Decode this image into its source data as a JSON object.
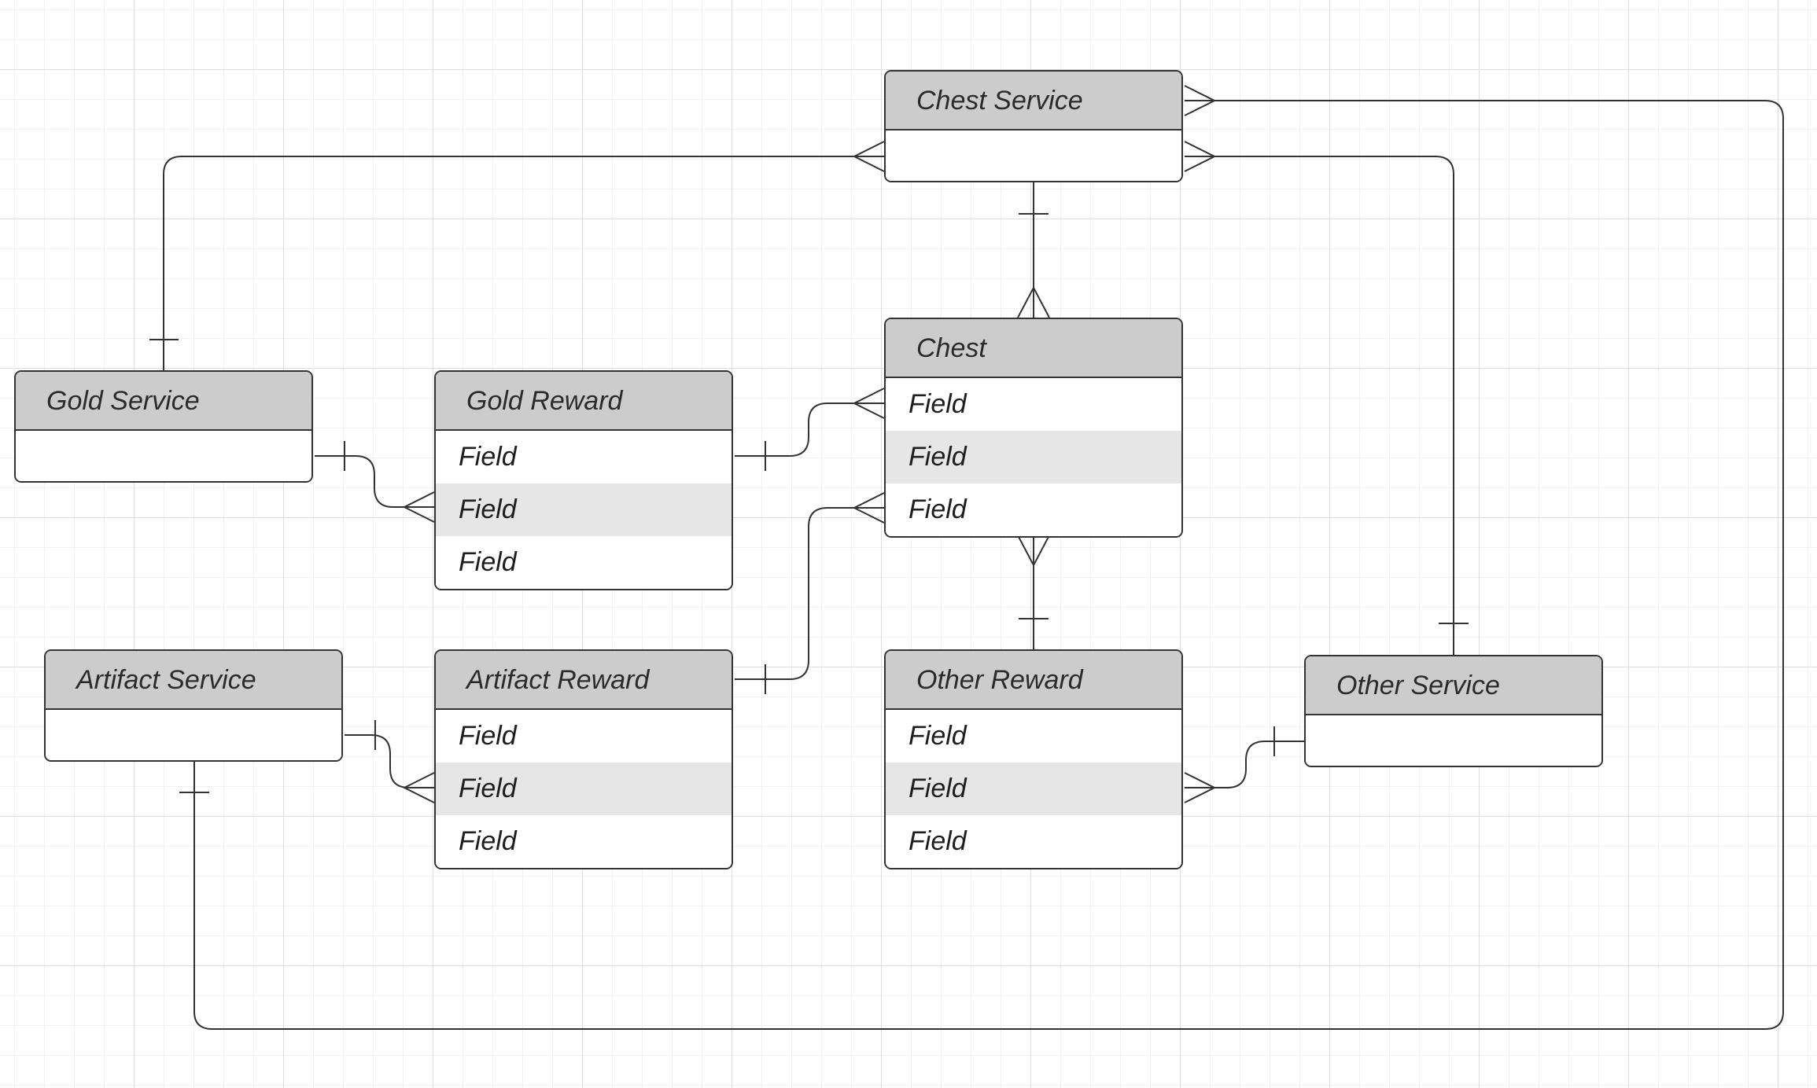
{
  "diagram": {
    "entities": {
      "chest_service": {
        "title": "Chest Service",
        "fields": []
      },
      "chest": {
        "title": "Chest",
        "fields": [
          "Field",
          "Field",
          "Field"
        ]
      },
      "gold_service": {
        "title": "Gold Service",
        "fields": []
      },
      "gold_reward": {
        "title": "Gold Reward",
        "fields": [
          "Field",
          "Field",
          "Field"
        ]
      },
      "artifact_service": {
        "title": "Artifact Service",
        "fields": []
      },
      "artifact_reward": {
        "title": "Artifact Reward",
        "fields": [
          "Field",
          "Field",
          "Field"
        ]
      },
      "other_reward": {
        "title": "Other Reward",
        "fields": [
          "Field",
          "Field",
          "Field"
        ]
      },
      "other_service": {
        "title": "Other Service",
        "fields": []
      }
    },
    "relationships": [
      {
        "from": "Chest Service",
        "to": "Chest",
        "from_end": "one",
        "to_end": "many"
      },
      {
        "from": "Gold Service",
        "to": "Chest Service",
        "from_end": "one",
        "to_end": "many"
      },
      {
        "from": "Other Service",
        "to": "Chest Service",
        "from_end": "one",
        "to_end": "many"
      },
      {
        "from": "Artifact Service",
        "to": "Chest Service",
        "from_end": "one",
        "to_end": "many"
      },
      {
        "from": "Gold Service",
        "to": "Gold Reward",
        "from_end": "one",
        "to_end": "many"
      },
      {
        "from": "Gold Reward",
        "to": "Chest",
        "from_end": "one",
        "to_end": "many"
      },
      {
        "from": "Artifact Reward",
        "to": "Chest",
        "from_end": "one",
        "to_end": "many"
      },
      {
        "from": "Artifact Service",
        "to": "Artifact Reward",
        "from_end": "one",
        "to_end": "many"
      },
      {
        "from": "Other Reward",
        "to": "Chest",
        "from_end": "one",
        "to_end": "many"
      },
      {
        "from": "Other Service",
        "to": "Other Reward",
        "from_end": "one",
        "to_end": "many"
      }
    ],
    "colors": {
      "line": "#333333",
      "header_fill": "#cccccc",
      "alt_row_fill": "#e6e6e6"
    }
  }
}
